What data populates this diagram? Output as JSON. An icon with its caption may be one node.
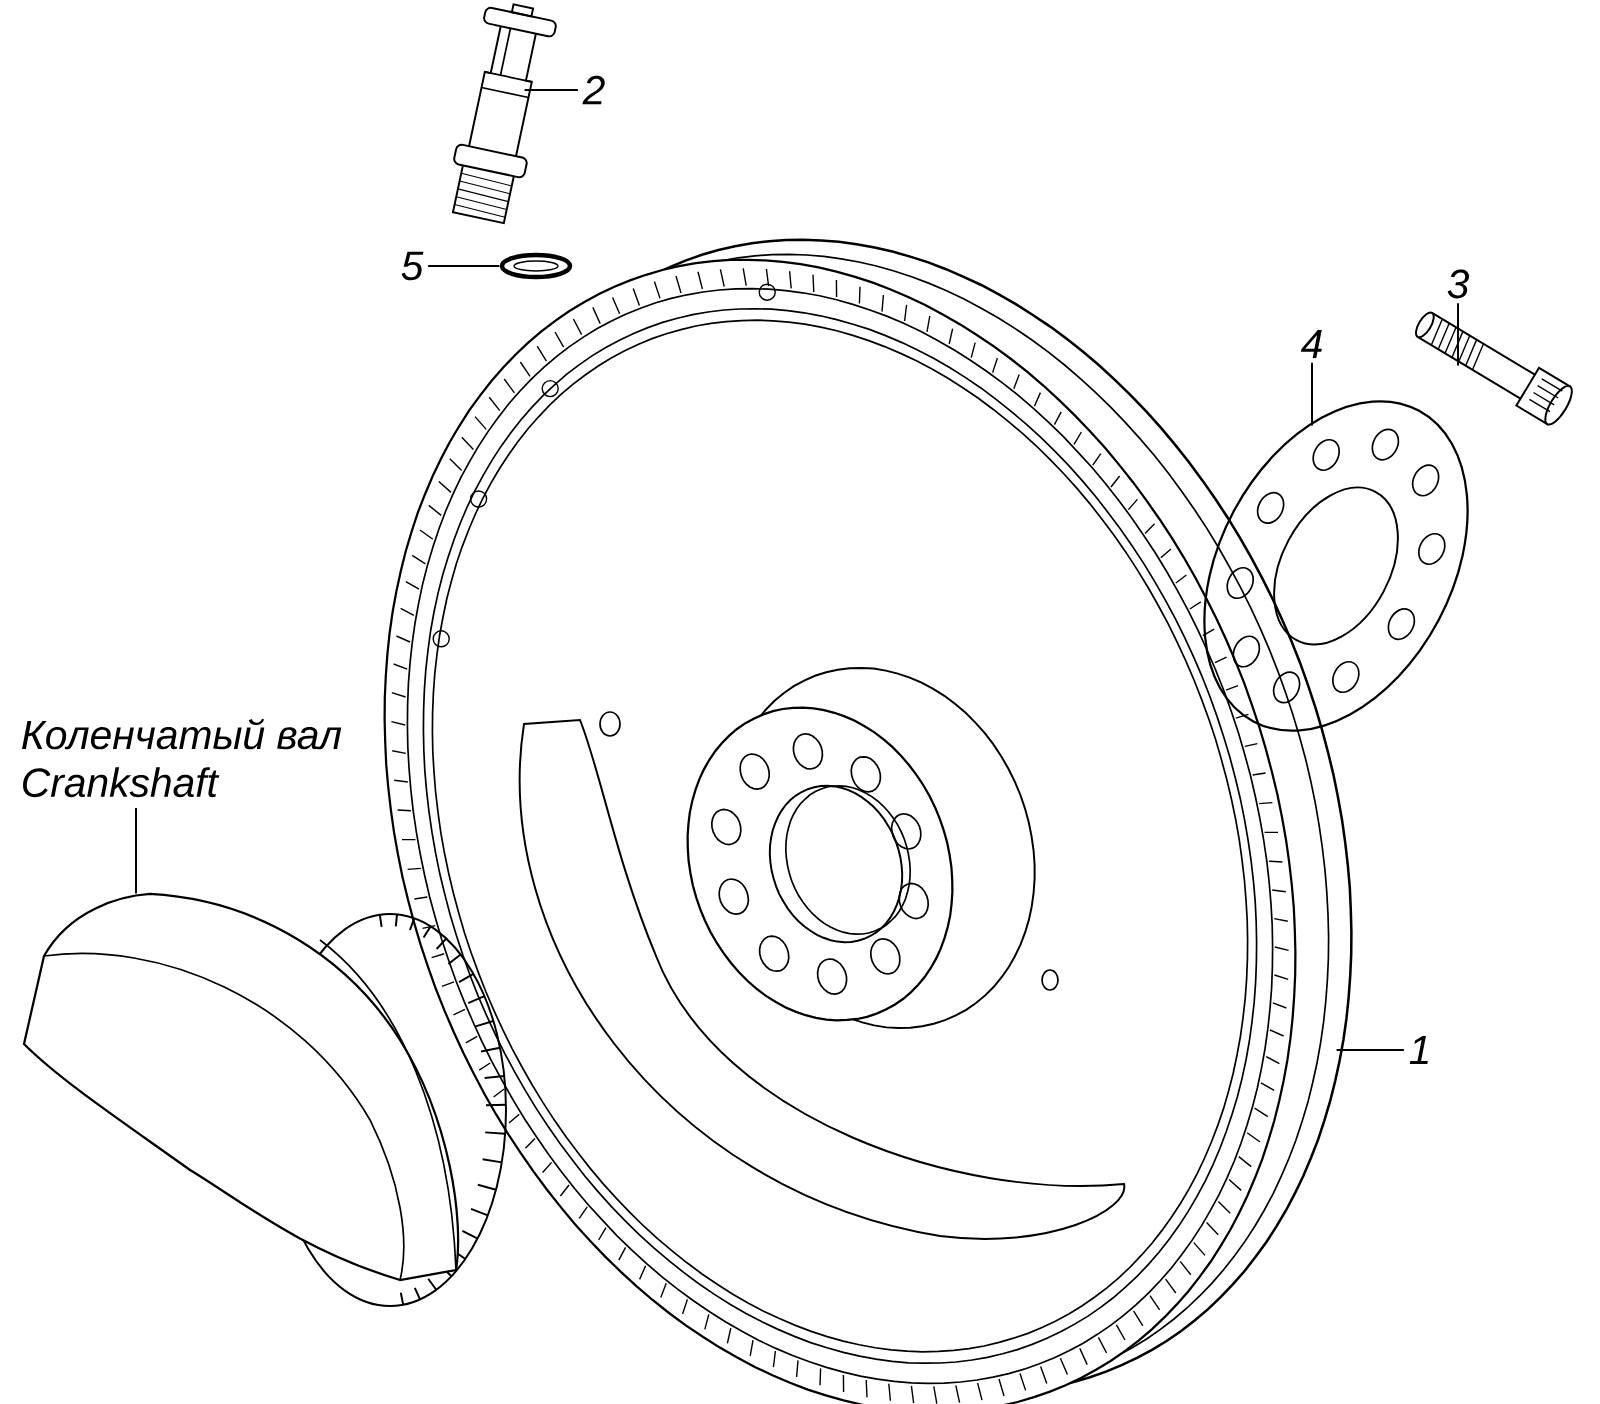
{
  "diagram": {
    "nodes": [
      {
        "text": [
          "1"
        ]
      },
      {
        "text": [],
        "shape": "picture"
      },
      {
        "text": [
          "2"
        ]
      },
      {
        "text": [],
        "shape": "picture"
      },
      {
        "text": [
          "3"
        ]
      },
      {
        "text": [],
        "shape": "picture"
      },
      {
        "text": [
          "4"
        ]
      },
      {
        "text": [],
        "shape": "picture"
      },
      {
        "text": [
          "5"
        ]
      },
      {
        "text": [],
        "shape": "picture"
      },
      {
        "text": [
          "Коленчатый вал",
          "Crankshaft"
        ]
      },
      {
        "text": [],
        "shape": "picture"
      }
    ],
    "edges": [
      {
        "from": 0,
        "to": 1,
        "arrow": "none"
      },
      {
        "from": 2,
        "to": 3,
        "arrow": "none"
      },
      {
        "from": 4,
        "to": 5,
        "arrow": "none"
      },
      {
        "from": 6,
        "to": 7,
        "arrow": "none"
      },
      {
        "from": 8,
        "to": 9,
        "arrow": "none"
      },
      {
        "from": 10,
        "to": 11,
        "arrow": "none"
      }
    ]
  }
}
